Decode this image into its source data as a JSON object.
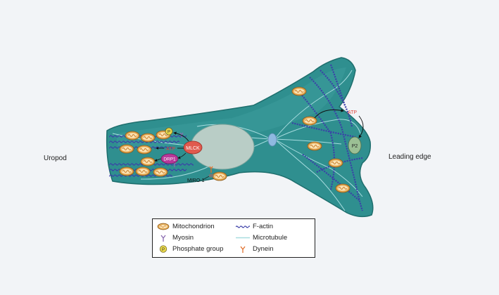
{
  "diagram": {
    "side_labels": {
      "left": "Uropod",
      "right": "Leading edge"
    },
    "labels": {
      "mlck": "MLCK",
      "drp1": "DRP1",
      "atp_left": "ATP",
      "atp_right": "ATP",
      "p2": "P2",
      "miro": "MIRO-1",
      "phosphate": "P"
    },
    "colors": {
      "cell": "#2f8f8f",
      "cell_dark": "#23706f",
      "nucleus": "#b9cdc6",
      "actin": "#3b3fa8",
      "microtubule": "#a8dde0",
      "mito_outer": "#e0a24a",
      "mito_inner": "#fbe3b4",
      "mlck": "#e05a4e",
      "drp1": "#b8389a",
      "atp_text": "#e2443a",
      "p2": "#9bbf94",
      "phosphate": "#e9d84a"
    }
  },
  "legend": {
    "items": [
      {
        "icon": "mitochondrion-icon",
        "label": "Mitochondrion"
      },
      {
        "icon": "myosin-icon",
        "label": "Myosin"
      },
      {
        "icon": "phosphate-icon",
        "label": "Phosphate group"
      },
      {
        "icon": "f-actin-icon",
        "label": "F-actin"
      },
      {
        "icon": "microtubule-icon",
        "label": "Microtubule"
      },
      {
        "icon": "dynein-icon",
        "label": "Dynein"
      }
    ]
  }
}
